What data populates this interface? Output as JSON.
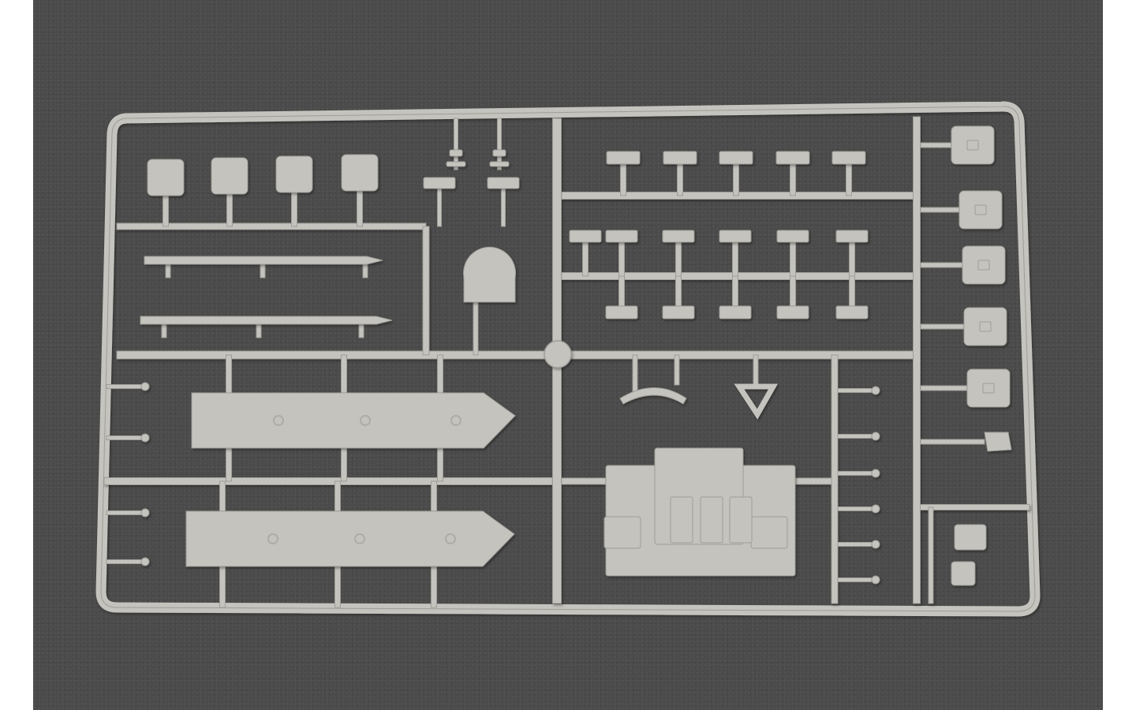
{
  "photo": {
    "subject": "sprue-frame",
    "background_color": "#4b4b4b",
    "plastic_color": "#c4c3bd",
    "plastic_edge_color": "#9e9d97",
    "plastic_shade_color": "#adaca6"
  },
  "parts": {
    "block_count_top_left": 4,
    "wheel_count_upper_row": 5,
    "wheel_count_lower_rows": 6,
    "right_column_box_count": 5,
    "long_side_plates": 2,
    "bottom_rack_panels": 1
  }
}
